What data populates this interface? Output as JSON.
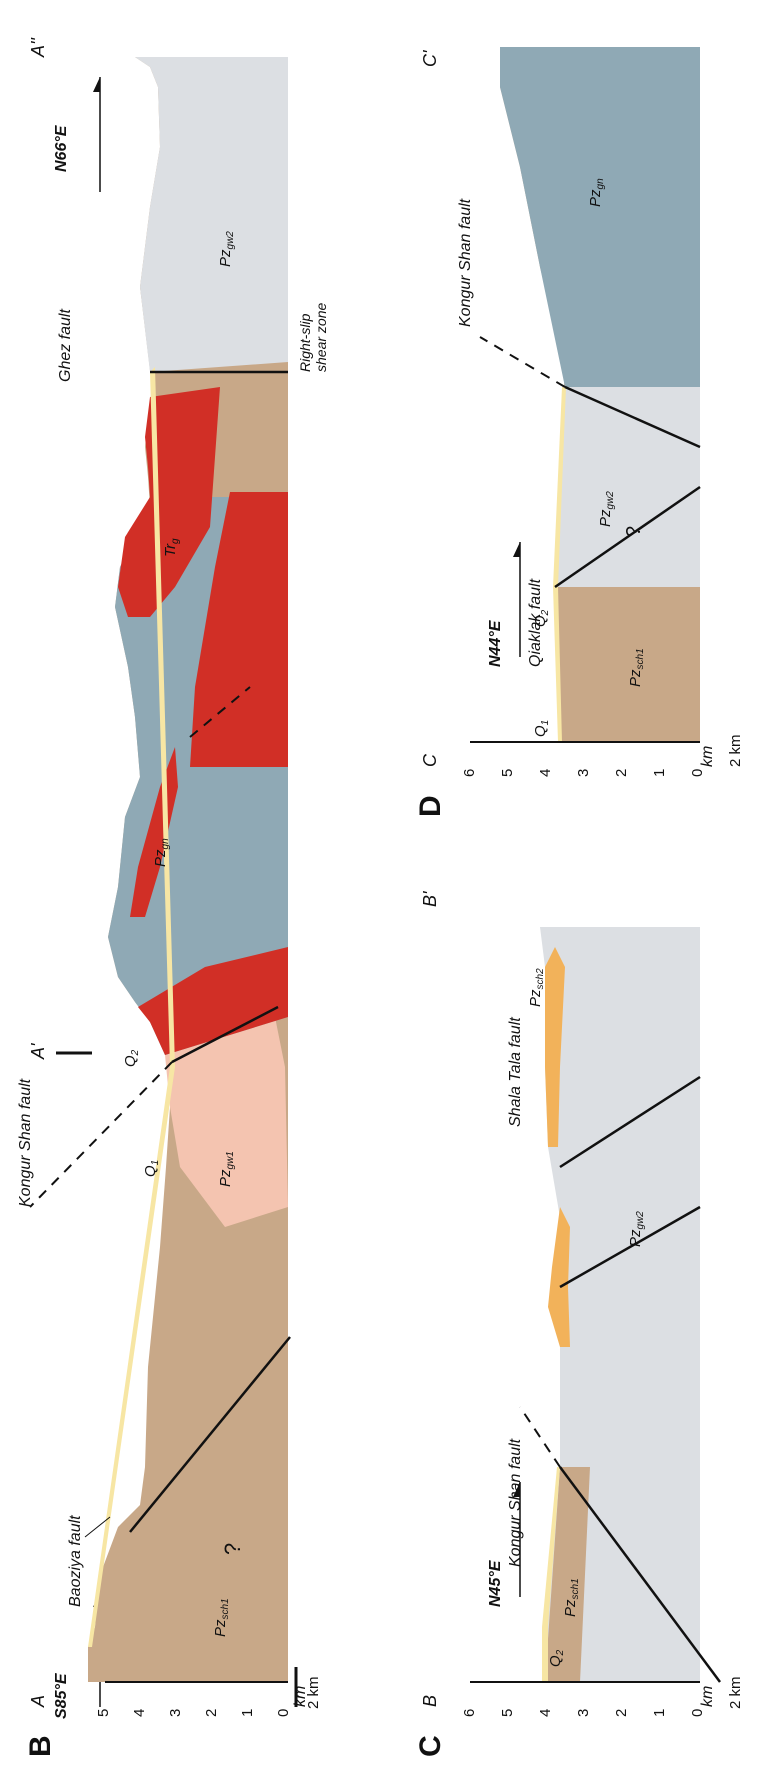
{
  "panels": {
    "b": {
      "letter": "B",
      "start": "A",
      "bend": "A'",
      "end": "A''",
      "dir_left": "S85°E",
      "dir_right": "N66°E",
      "axis_unit": "km",
      "ticks": [
        "5",
        "4",
        "3",
        "2",
        "1",
        "0"
      ],
      "scale": "2 km",
      "faults": [
        "Baoziya fault",
        "Kongur Shan fault",
        "Ghez fault"
      ],
      "shear_zone": [
        "Right-slip",
        "shear zone"
      ],
      "units": {
        "sch1": {
          "base": "Pz",
          "sub": "sch1"
        },
        "gw1": {
          "base": "Pz",
          "sub": "gw1"
        },
        "gn": {
          "base": "Pz",
          "sub": "gn"
        },
        "gw2": {
          "base": "Pz",
          "sub": "gw2"
        },
        "tr": {
          "base": "Tr",
          "sub": "g"
        },
        "q1": {
          "base": "Q",
          "sub": "1"
        },
        "q2": {
          "base": "Q",
          "sub": "2"
        }
      },
      "query": "?"
    },
    "c": {
      "letter": "C",
      "start": "B",
      "end": "B'",
      "dir": "N45°E",
      "axis_unit": "km",
      "ticks": [
        "6",
        "5",
        "4",
        "3",
        "2",
        "1",
        "0"
      ],
      "scale": "2 km",
      "faults": [
        "Kongur Shan fault",
        "Shala Tala fault"
      ],
      "units": {
        "sch1": {
          "base": "Pz",
          "sub": "sch1"
        },
        "sch2": {
          "base": "Pz",
          "sub": "sch2"
        },
        "gw2": {
          "base": "Pz",
          "sub": "gw2"
        },
        "q2": {
          "base": "Q",
          "sub": "2"
        }
      }
    },
    "d": {
      "letter": "D",
      "start": "C",
      "end": "C'",
      "dir": "N44°E",
      "axis_unit": "km",
      "ticks": [
        "6",
        "5",
        "4",
        "3",
        "2",
        "1",
        "0"
      ],
      "scale": "2 km",
      "faults": [
        "Qiaklak fault",
        "Kongur Shan fault"
      ],
      "units": {
        "sch1": {
          "base": "Pz",
          "sub": "sch1"
        },
        "gw2": {
          "base": "Pz",
          "sub": "gw2"
        },
        "gn": {
          "base": "Pz",
          "sub": "gn"
        },
        "q1": {
          "base": "Q",
          "sub": "1"
        },
        "q2": {
          "base": "Q",
          "sub": "2"
        }
      },
      "query": "?"
    }
  },
  "colors": {
    "schist": "#c8a888",
    "greywacke1": "#f4c4b0",
    "gneiss": "#8fa9b5",
    "greywacke2": "#dcdfe3",
    "granite": "#d12f26",
    "schist2": "#f2b25a",
    "quaternary": "#f7e6a4",
    "line": "#1a1a1a"
  }
}
